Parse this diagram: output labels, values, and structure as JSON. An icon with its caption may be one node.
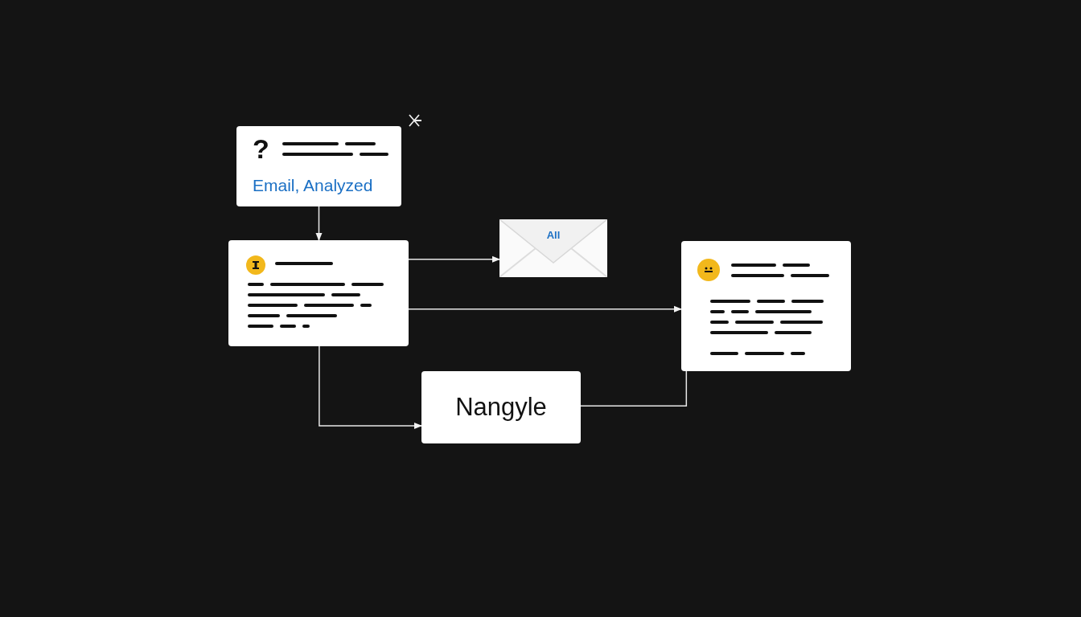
{
  "diagram": {
    "nodes": [
      {
        "text": [
          "?",
          "Email, Analyzed"
        ]
      },
      {
        "text": [],
        "shape": "box"
      },
      {
        "text": [
          "All"
        ]
      },
      {
        "text": [],
        "shape": "box"
      },
      {
        "text": [
          "Nangyle"
        ]
      }
    ],
    "edges": [
      {
        "from": 0,
        "to": 1,
        "arrow": "to"
      },
      {
        "from": 1,
        "to": 2,
        "arrow": "to"
      },
      {
        "from": 1,
        "to": 3,
        "arrow": "to"
      },
      {
        "from": 1,
        "to": 4,
        "arrow": "to"
      },
      {
        "from": 4,
        "to": 3,
        "arrow": "none"
      }
    ]
  }
}
